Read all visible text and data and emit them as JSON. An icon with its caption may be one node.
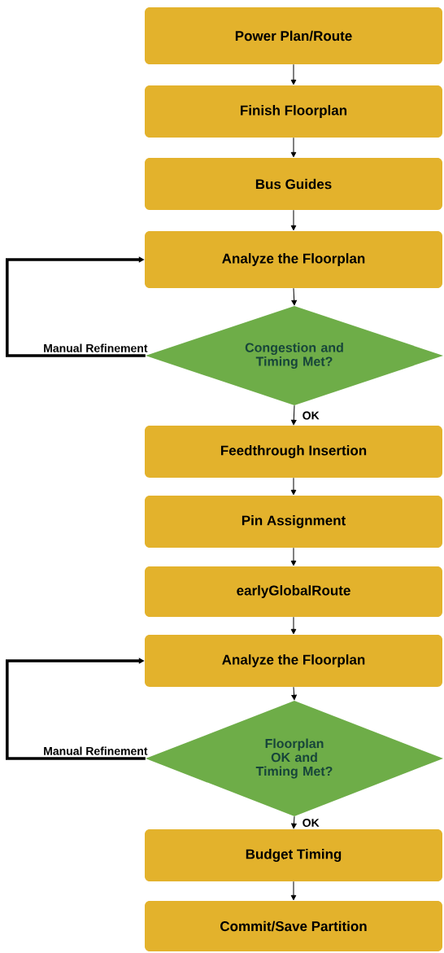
{
  "diagram": {
    "nodes": [
      {
        "text": [
          "Power Plan/Route"
        ]
      },
      {
        "text": [
          "Finish Floorplan"
        ]
      },
      {
        "text": [
          "Bus Guides"
        ]
      },
      {
        "text": [
          "Analyze the Floorplan"
        ]
      },
      {
        "text": [
          "Congestion and Timing Met?"
        ]
      },
      {
        "text": [
          "Feedthrough Insertion"
        ]
      },
      {
        "text": [
          "Pin Assignment"
        ]
      },
      {
        "text": [
          "earlyGlobalRoute"
        ]
      },
      {
        "text": [
          "Analyze the Floorplan"
        ]
      },
      {
        "text": [
          "Floorplan OK and Timing Met?"
        ]
      },
      {
        "text": [
          "Budget Timing"
        ]
      },
      {
        "text": [
          "Commit/Save Partition"
        ]
      }
    ],
    "edges": [
      {
        "from": 0,
        "to": 1,
        "arrow": "to"
      },
      {
        "from": 1,
        "to": 2,
        "arrow": "to"
      },
      {
        "from": 2,
        "to": 3,
        "arrow": "to"
      },
      {
        "from": 3,
        "to": 4,
        "arrow": "to"
      },
      {
        "from": 4,
        "to": 5,
        "arrow": "to",
        "label": "OK"
      },
      {
        "from": 5,
        "to": 6,
        "arrow": "to"
      },
      {
        "from": 6,
        "to": 7,
        "arrow": "to"
      },
      {
        "from": 7,
        "to": 8,
        "arrow": "to"
      },
      {
        "from": 8,
        "to": 9,
        "arrow": "to"
      },
      {
        "from": 9,
        "to": 10,
        "arrow": "to",
        "label": "OK"
      },
      {
        "from": 10,
        "to": 11,
        "arrow": "to"
      },
      {
        "from": 4,
        "to": 3,
        "arrow": "to",
        "label": "Manual Refinement",
        "style": "thick"
      },
      {
        "from": 9,
        "to": 8,
        "arrow": "to",
        "label": "Manual Refinement",
        "style": "thick"
      }
    ]
  }
}
